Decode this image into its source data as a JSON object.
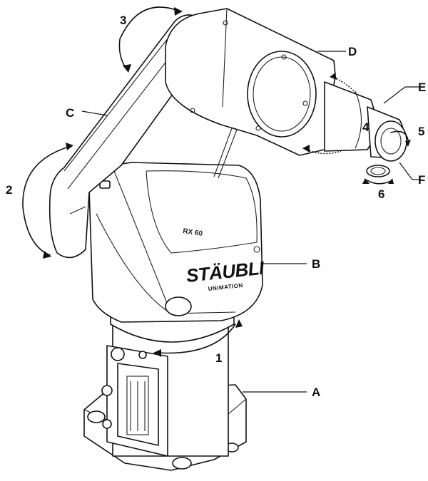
{
  "diagram": {
    "brand": {
      "name": "STÄUBLI",
      "subtitle": "UNIMATION",
      "model": "RX 60"
    },
    "part_labels": [
      "A",
      "B",
      "C",
      "D",
      "E",
      "F"
    ],
    "axis_labels": [
      "1",
      "2",
      "3",
      "4",
      "5",
      "6"
    ]
  }
}
